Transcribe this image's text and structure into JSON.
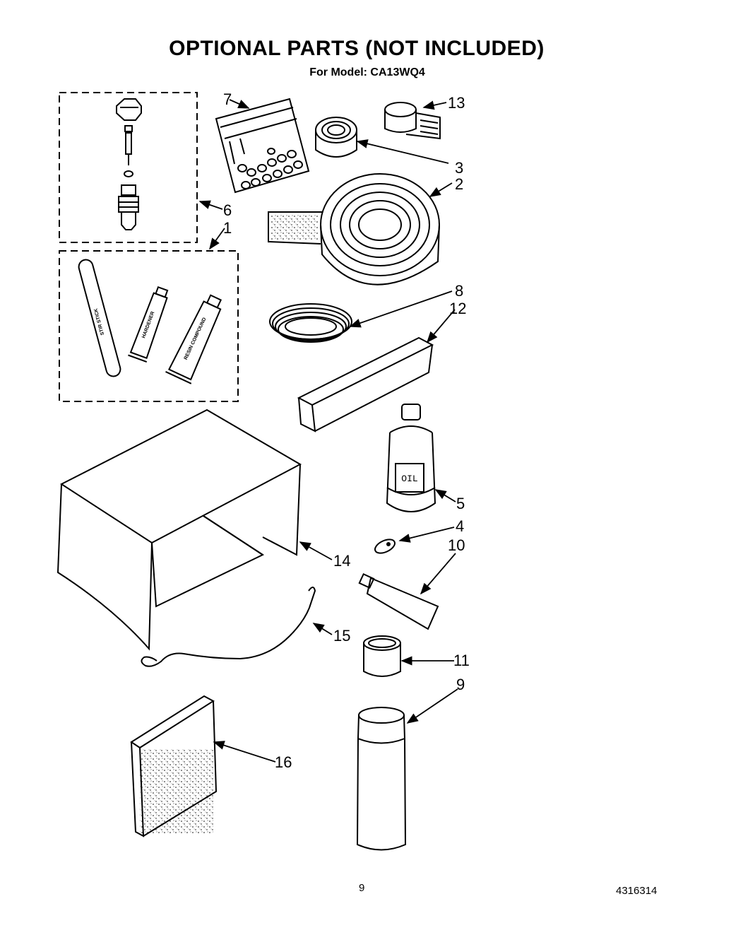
{
  "header": {
    "title": "OPTIONAL PARTS (NOT INCLUDED)",
    "subtitle": "For Model: CA13WQ4"
  },
  "footer": {
    "page_number": "9",
    "doc_number": "4316314"
  },
  "callouts": {
    "c1": "1",
    "c2": "2",
    "c3": "3",
    "c4": "4",
    "c5": "5",
    "c6": "6",
    "c7": "7",
    "c8": "8",
    "c9": "9",
    "c10": "10",
    "c11": "11",
    "c12": "12",
    "c13": "13",
    "c14": "14",
    "c15": "15",
    "c16": "16"
  },
  "part_text": {
    "stir_stick": "STIR STICK",
    "hardener": "HARDENER",
    "resin": "RESIN COMPOUND",
    "oil_label": "OIL"
  }
}
